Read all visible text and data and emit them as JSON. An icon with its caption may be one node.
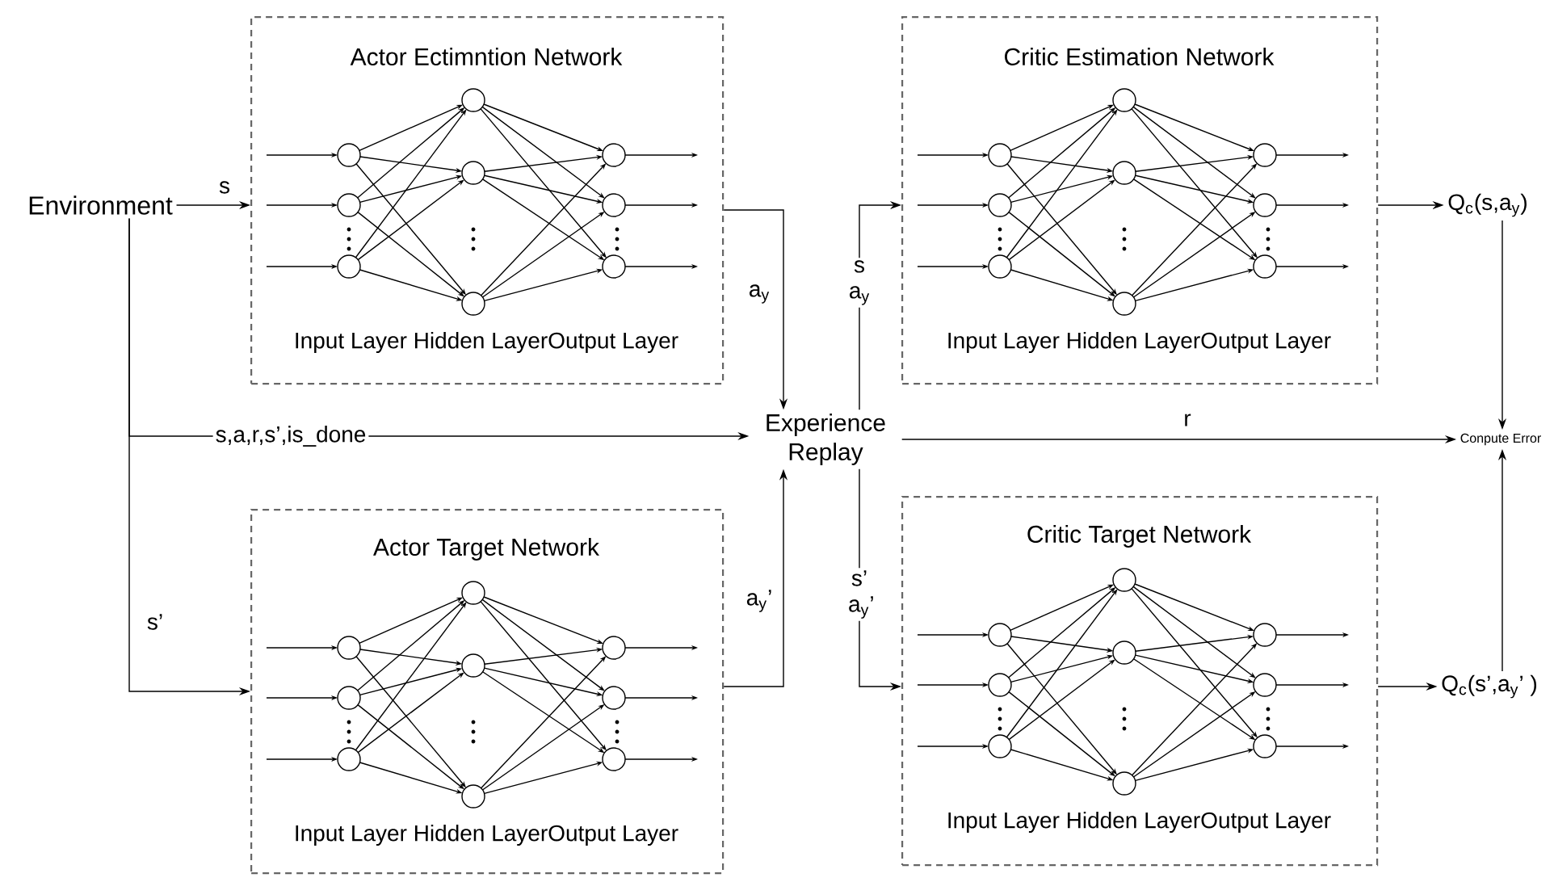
{
  "diagram": {
    "nodes": [
      {
        "text": [
          "Environment"
        ]
      },
      {
        "text": [
          "Actor Ectimntion Network",
          "Input Layer Hidden LayerOutput Layer"
        ]
      },
      {
        "text": [
          "Critic Estimation Network",
          "Input Layer Hidden LayerOutput Layer"
        ]
      },
      {
        "text": [
          "Experience Replay"
        ]
      },
      {
        "text": [
          "Conpute Error"
        ]
      },
      {
        "text": [
          "Actor Target Network",
          "Input Layer Hidden LayerOutput Layer"
        ]
      },
      {
        "text": [
          "Critic Target Network",
          "Input Layer Hidden LayerOutput Layer"
        ]
      },
      {
        "text": [
          "Q$_{c}$(s,a$_{y}$)"
        ]
      },
      {
        "text": [
          "Q$_{c}$(s’,a$_{y}$’ )"
        ]
      }
    ],
    "edges": [
      {
        "from": 0,
        "to": 1,
        "arrow": "to",
        "label": "s"
      },
      {
        "from": 0,
        "to": 3,
        "arrow": "to",
        "label": "s,a,r,s’,is_done"
      },
      {
        "from": 0,
        "to": 5,
        "arrow": "to",
        "label": "s’"
      },
      {
        "from": 1,
        "to": 3,
        "arrow": "to",
        "label": "a$_{y}$"
      },
      {
        "from": 5,
        "to": 3,
        "arrow": "to",
        "label": "a$_{y}$’"
      },
      {
        "from": 3,
        "to": 2,
        "arrow": "to",
        "label": "s a$_{y}$"
      },
      {
        "from": 3,
        "to": 6,
        "arrow": "to",
        "label": "s’ a$_{y}$’"
      },
      {
        "from": 3,
        "to": 4,
        "arrow": "to",
        "label": "r"
      },
      {
        "from": 2,
        "to": 7,
        "arrow": "to"
      },
      {
        "from": 6,
        "to": 8,
        "arrow": "to"
      },
      {
        "from": 7,
        "to": 4,
        "arrow": "to"
      },
      {
        "from": 8,
        "to": 4,
        "arrow": "to"
      }
    ]
  }
}
